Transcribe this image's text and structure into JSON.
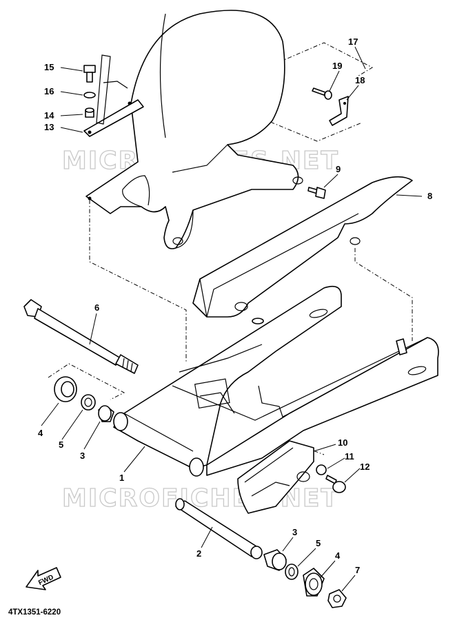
{
  "watermark_text": "MICROFICHES.NET",
  "diagram_code": "4TX1351-6220",
  "direction_label": "FWD",
  "callouts": [
    "1",
    "2",
    "3",
    "4",
    "5",
    "6",
    "7",
    "8",
    "9",
    "10",
    "11",
    "12",
    "13",
    "14",
    "15",
    "16",
    "17",
    "18",
    "19"
  ]
}
